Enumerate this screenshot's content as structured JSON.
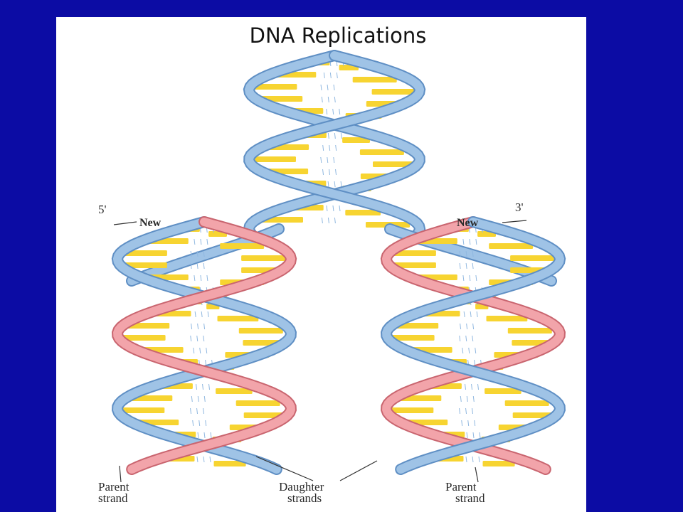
{
  "slide": {
    "title": "DNA Replications",
    "background_color": "#0c0ca4",
    "panel_color": "#ffffff"
  },
  "colors": {
    "parent_strand": "#9fc3e6",
    "parent_strand_edge": "#5f8fc4",
    "new_strand": "#f2a4aa",
    "new_strand_edge": "#c9656f",
    "base_pair": "#f7d431",
    "hydrogen_bond": "#8fb7e0"
  },
  "labels": {
    "five_prime": "5'",
    "three_prime": "3'",
    "new_left": "New",
    "new_right": "New",
    "parent_left": [
      "Parent",
      "strand"
    ],
    "daughter": [
      "Daughter",
      "strands"
    ],
    "parent_right": [
      "Parent",
      "strand"
    ]
  }
}
